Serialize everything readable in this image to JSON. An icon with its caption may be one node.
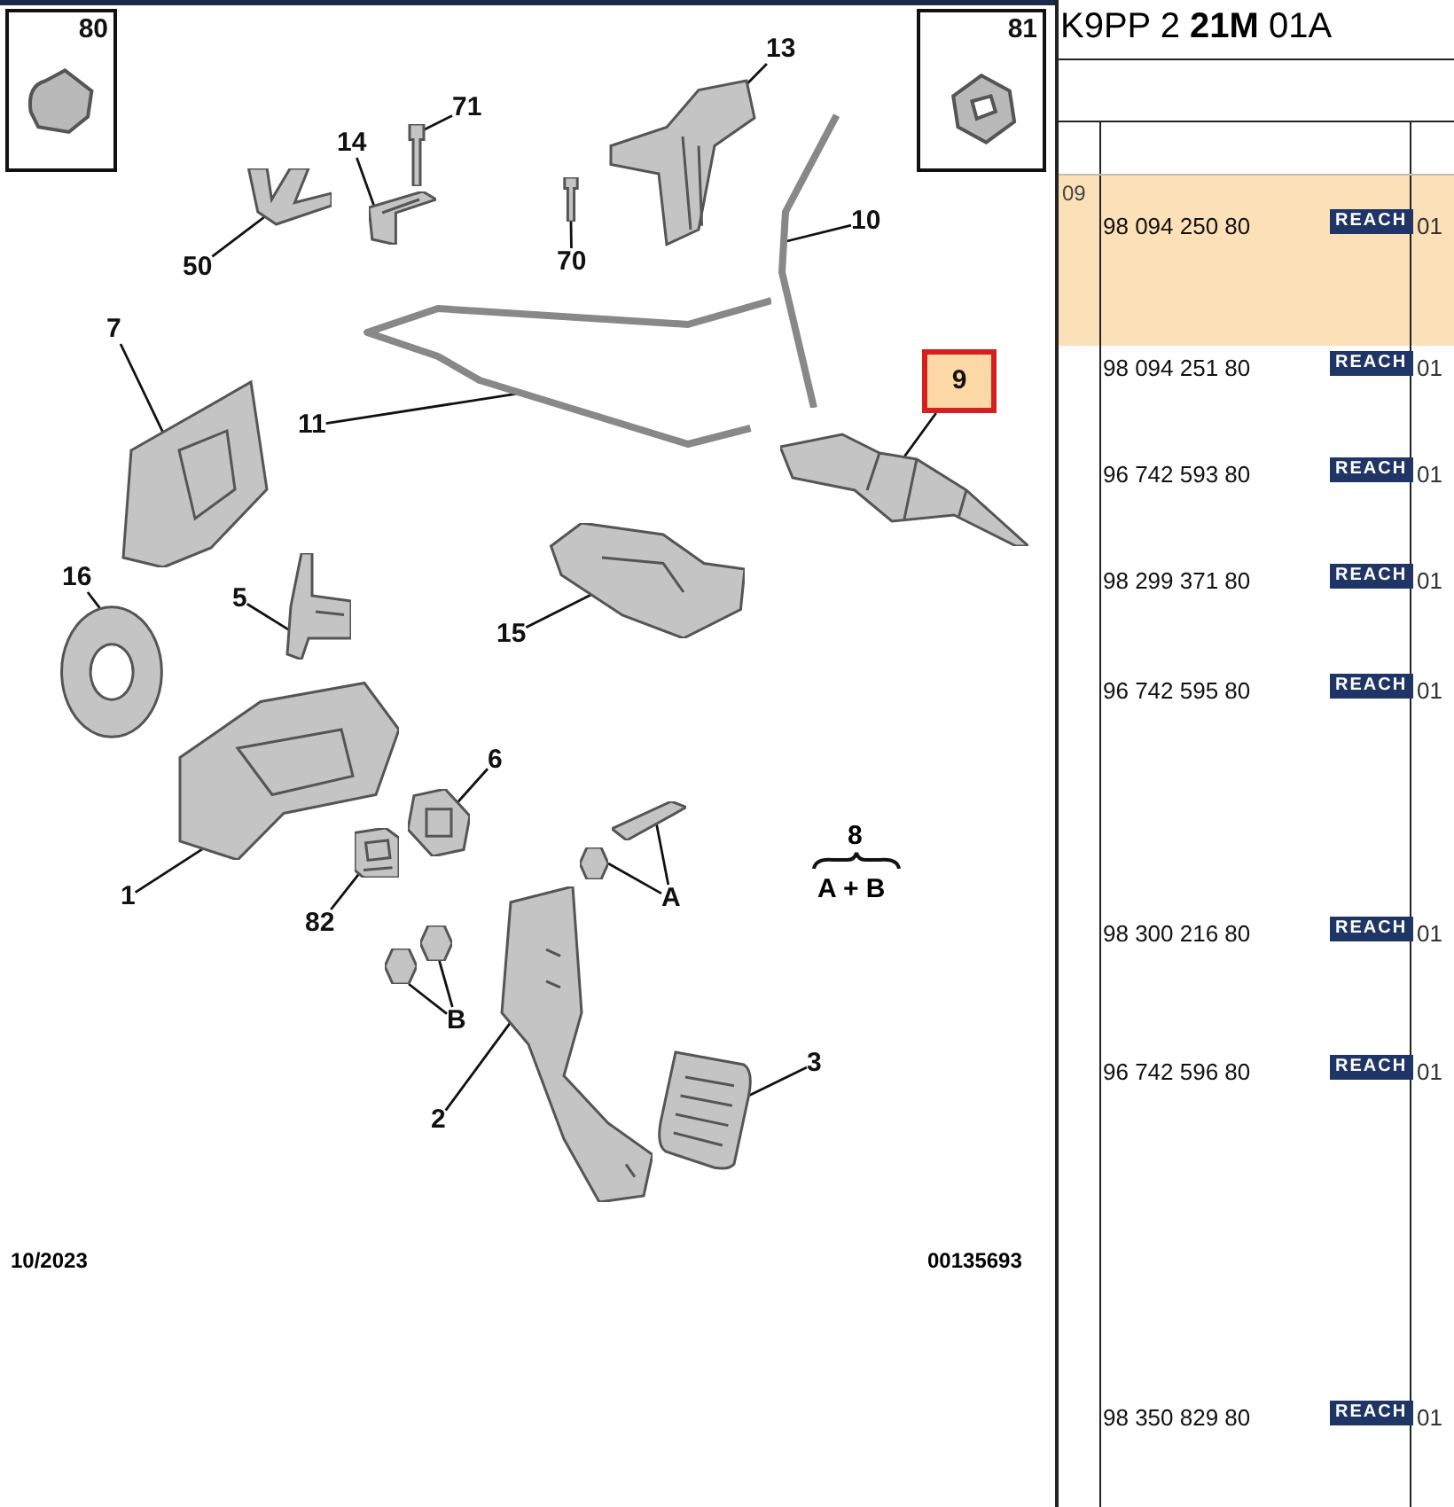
{
  "diagram": {
    "nodes": [
      {
        "text": [
          "80"
        ]
      },
      {
        "text": [
          "81"
        ]
      },
      {
        "text": [
          "13"
        ]
      },
      {
        "text": [],
        "shape": "picture"
      },
      {
        "text": [
          "71"
        ]
      },
      {
        "text": [],
        "shape": "picture"
      },
      {
        "text": [
          "14"
        ]
      },
      {
        "text": [],
        "shape": "picture"
      },
      {
        "text": [
          "50"
        ]
      },
      {
        "text": [],
        "shape": "picture"
      },
      {
        "text": [
          "70"
        ]
      },
      {
        "text": [],
        "shape": "picture"
      },
      {
        "text": [
          "10"
        ]
      },
      {
        "text": [],
        "shape": "picture"
      },
      {
        "text": [
          "11"
        ]
      },
      {
        "text": [],
        "shape": "picture"
      },
      {
        "text": [
          "7"
        ]
      },
      {
        "text": [],
        "shape": "picture"
      },
      {
        "text": [
          "9"
        ]
      },
      {
        "text": [],
        "shape": "picture"
      },
      {
        "text": [
          "16"
        ]
      },
      {
        "text": [],
        "shape": "picture"
      },
      {
        "text": [
          "5"
        ]
      },
      {
        "text": [],
        "shape": "picture"
      },
      {
        "text": [
          "15"
        ]
      },
      {
        "text": [],
        "shape": "picture"
      },
      {
        "text": [
          "1"
        ]
      },
      {
        "text": [],
        "shape": "picture"
      },
      {
        "text": [
          "6"
        ]
      },
      {
        "text": [],
        "shape": "picture"
      },
      {
        "text": [
          "82"
        ]
      },
      {
        "text": [],
        "shape": "picture"
      },
      {
        "text": [
          "A"
        ]
      },
      {
        "text": [],
        "shape": "picture"
      },
      {
        "text": [],
        "shape": "picture"
      },
      {
        "text": [
          "B"
        ]
      },
      {
        "text": [],
        "shape": "picture"
      },
      {
        "text": [],
        "shape": "picture"
      },
      {
        "text": [
          "3"
        ]
      },
      {
        "text": [],
        "shape": "picture"
      },
      {
        "text": [
          "2"
        ]
      },
      {
        "text": [],
        "shape": "picture"
      }
    ],
    "edges": [
      {
        "from": 2,
        "to": 3,
        "arrow": "none"
      },
      {
        "from": 4,
        "to": 5,
        "arrow": "none"
      },
      {
        "from": 6,
        "to": 7,
        "arrow": "none"
      },
      {
        "from": 8,
        "to": 9,
        "arrow": "none"
      },
      {
        "from": 10,
        "to": 11,
        "arrow": "none"
      },
      {
        "from": 12,
        "to": 13,
        "arrow": "none"
      },
      {
        "from": 14,
        "to": 15,
        "arrow": "none"
      },
      {
        "from": 16,
        "to": 17,
        "arrow": "none"
      },
      {
        "from": 18,
        "to": 19,
        "arrow": "none"
      },
      {
        "from": 20,
        "to": 21,
        "arrow": "none"
      },
      {
        "from": 22,
        "to": 23,
        "arrow": "none"
      },
      {
        "from": 24,
        "to": 25,
        "arrow": "none"
      },
      {
        "from": 26,
        "to": 27,
        "arrow": "none"
      },
      {
        "from": 28,
        "to": 29,
        "arrow": "none"
      },
      {
        "from": 30,
        "to": 31,
        "arrow": "none"
      },
      {
        "from": 32,
        "to": 33,
        "arrow": "none"
      },
      {
        "from": 32,
        "to": 34,
        "arrow": "none"
      },
      {
        "from": 35,
        "to": 36,
        "arrow": "none"
      },
      {
        "from": 35,
        "to": 37,
        "arrow": "none"
      },
      {
        "from": 38,
        "to": 39,
        "arrow": "none"
      },
      {
        "from": 40,
        "to": 41,
        "arrow": "none"
      }
    ],
    "labels": [
      "8",
      "A + B",
      "10/2023",
      "00135693",
      "K9PP 2 **21M** 01A",
      "09",
      "98 094 250 80",
      "REACH",
      "01",
      "98 094 251 80",
      "REACH",
      "01",
      "96 742 593 80",
      "REACH",
      "01",
      "98 299 371 80",
      "REACH",
      "01",
      "96 742 595 80",
      "REACH",
      "01",
      "98 300 216 80",
      "REACH",
      "01",
      "96 742 596 80",
      "REACH",
      "01",
      "98 350 829 80",
      "REACH",
      "01"
    ]
  }
}
